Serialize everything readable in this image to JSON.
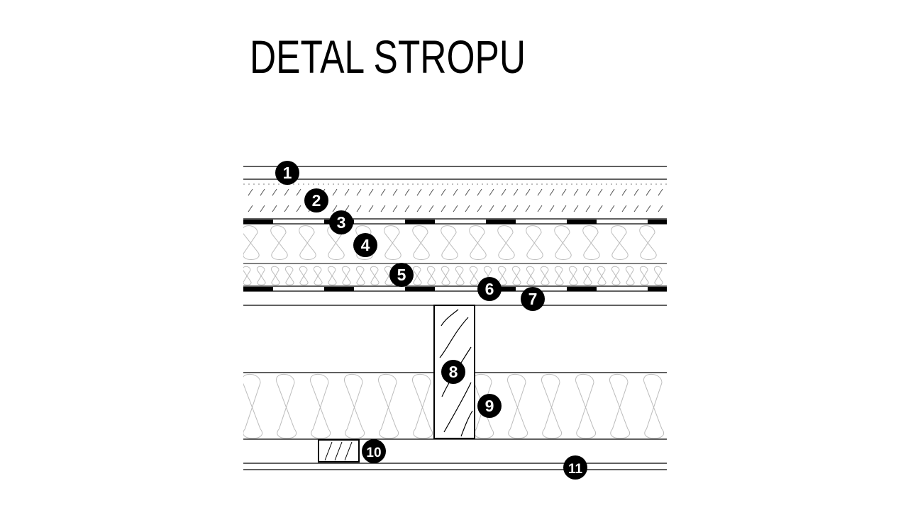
{
  "title": "DETAL STROPU",
  "markers": [
    {
      "label": "1",
      "name": "marker-1"
    },
    {
      "label": "2",
      "name": "marker-2"
    },
    {
      "label": "3",
      "name": "marker-3"
    },
    {
      "label": "4",
      "name": "marker-4"
    },
    {
      "label": "5",
      "name": "marker-5"
    },
    {
      "label": "6",
      "name": "marker-6"
    },
    {
      "label": "7",
      "name": "marker-7"
    },
    {
      "label": "8",
      "name": "marker-8"
    },
    {
      "label": "9",
      "name": "marker-9"
    },
    {
      "label": "10",
      "name": "marker-10"
    },
    {
      "label": "11",
      "name": "marker-11"
    }
  ],
  "colors": {
    "line": "#000000",
    "insulation": "#bdbdbd",
    "marker_fill": "#000000",
    "marker_text": "#ffffff"
  }
}
